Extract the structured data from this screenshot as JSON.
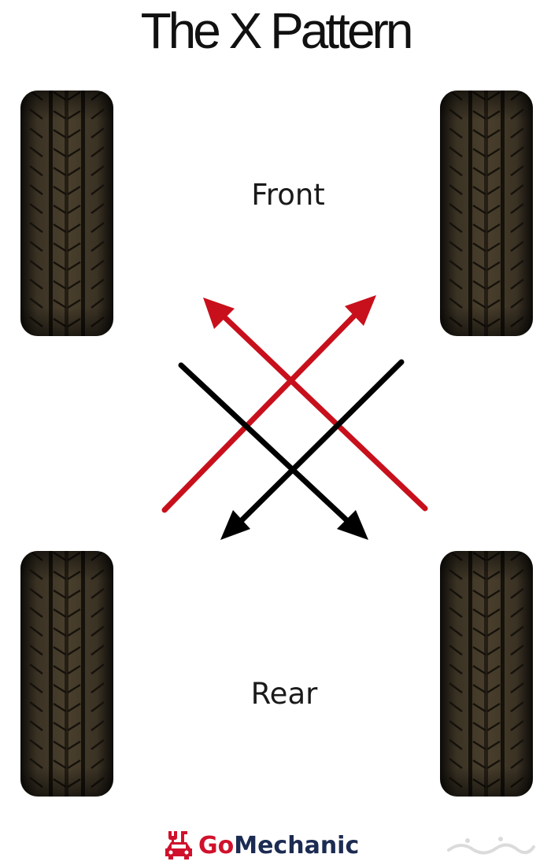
{
  "title": "The X Pattern",
  "labels": {
    "front": "Front",
    "rear": "Rear"
  },
  "brand": {
    "prefix": "Go",
    "suffix": "Mechanic",
    "logo_icon": "car-wrench-icon"
  },
  "tires": [
    {
      "position": "front-left"
    },
    {
      "position": "front-right"
    },
    {
      "position": "rear-left"
    },
    {
      "position": "rear-right"
    }
  ],
  "arrows": [
    {
      "from": "rear-left",
      "to": "front-right",
      "color": "#c8101c"
    },
    {
      "from": "rear-right",
      "to": "front-left",
      "color": "#c8101c"
    },
    {
      "from": "front-left",
      "to": "rear-right",
      "color": "#000000"
    },
    {
      "from": "front-right",
      "to": "rear-left",
      "color": "#000000"
    }
  ],
  "colors": {
    "brand_red": "#d0112b",
    "brand_navy": "#1c2b52",
    "tire_dark": "#1e1a14",
    "tire_tread": "#4a3f2c"
  }
}
